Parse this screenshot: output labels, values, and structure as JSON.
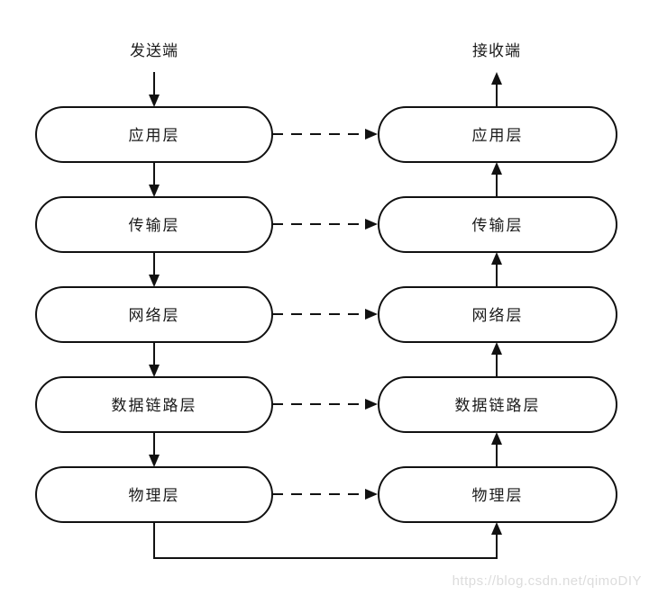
{
  "diagram": {
    "title_implied": "",
    "sender_label": "发送端",
    "receiver_label": "接收端",
    "layers": [
      "应用层",
      "传输层",
      "网络层",
      "数据链路层",
      "物理层"
    ],
    "watermark": "https://blog.csdn.net/qimoDIY",
    "colors": {
      "background": "#ffffff",
      "line": "#111111",
      "text": "#1a1a1a",
      "watermark": "#dcdcdc"
    }
  }
}
